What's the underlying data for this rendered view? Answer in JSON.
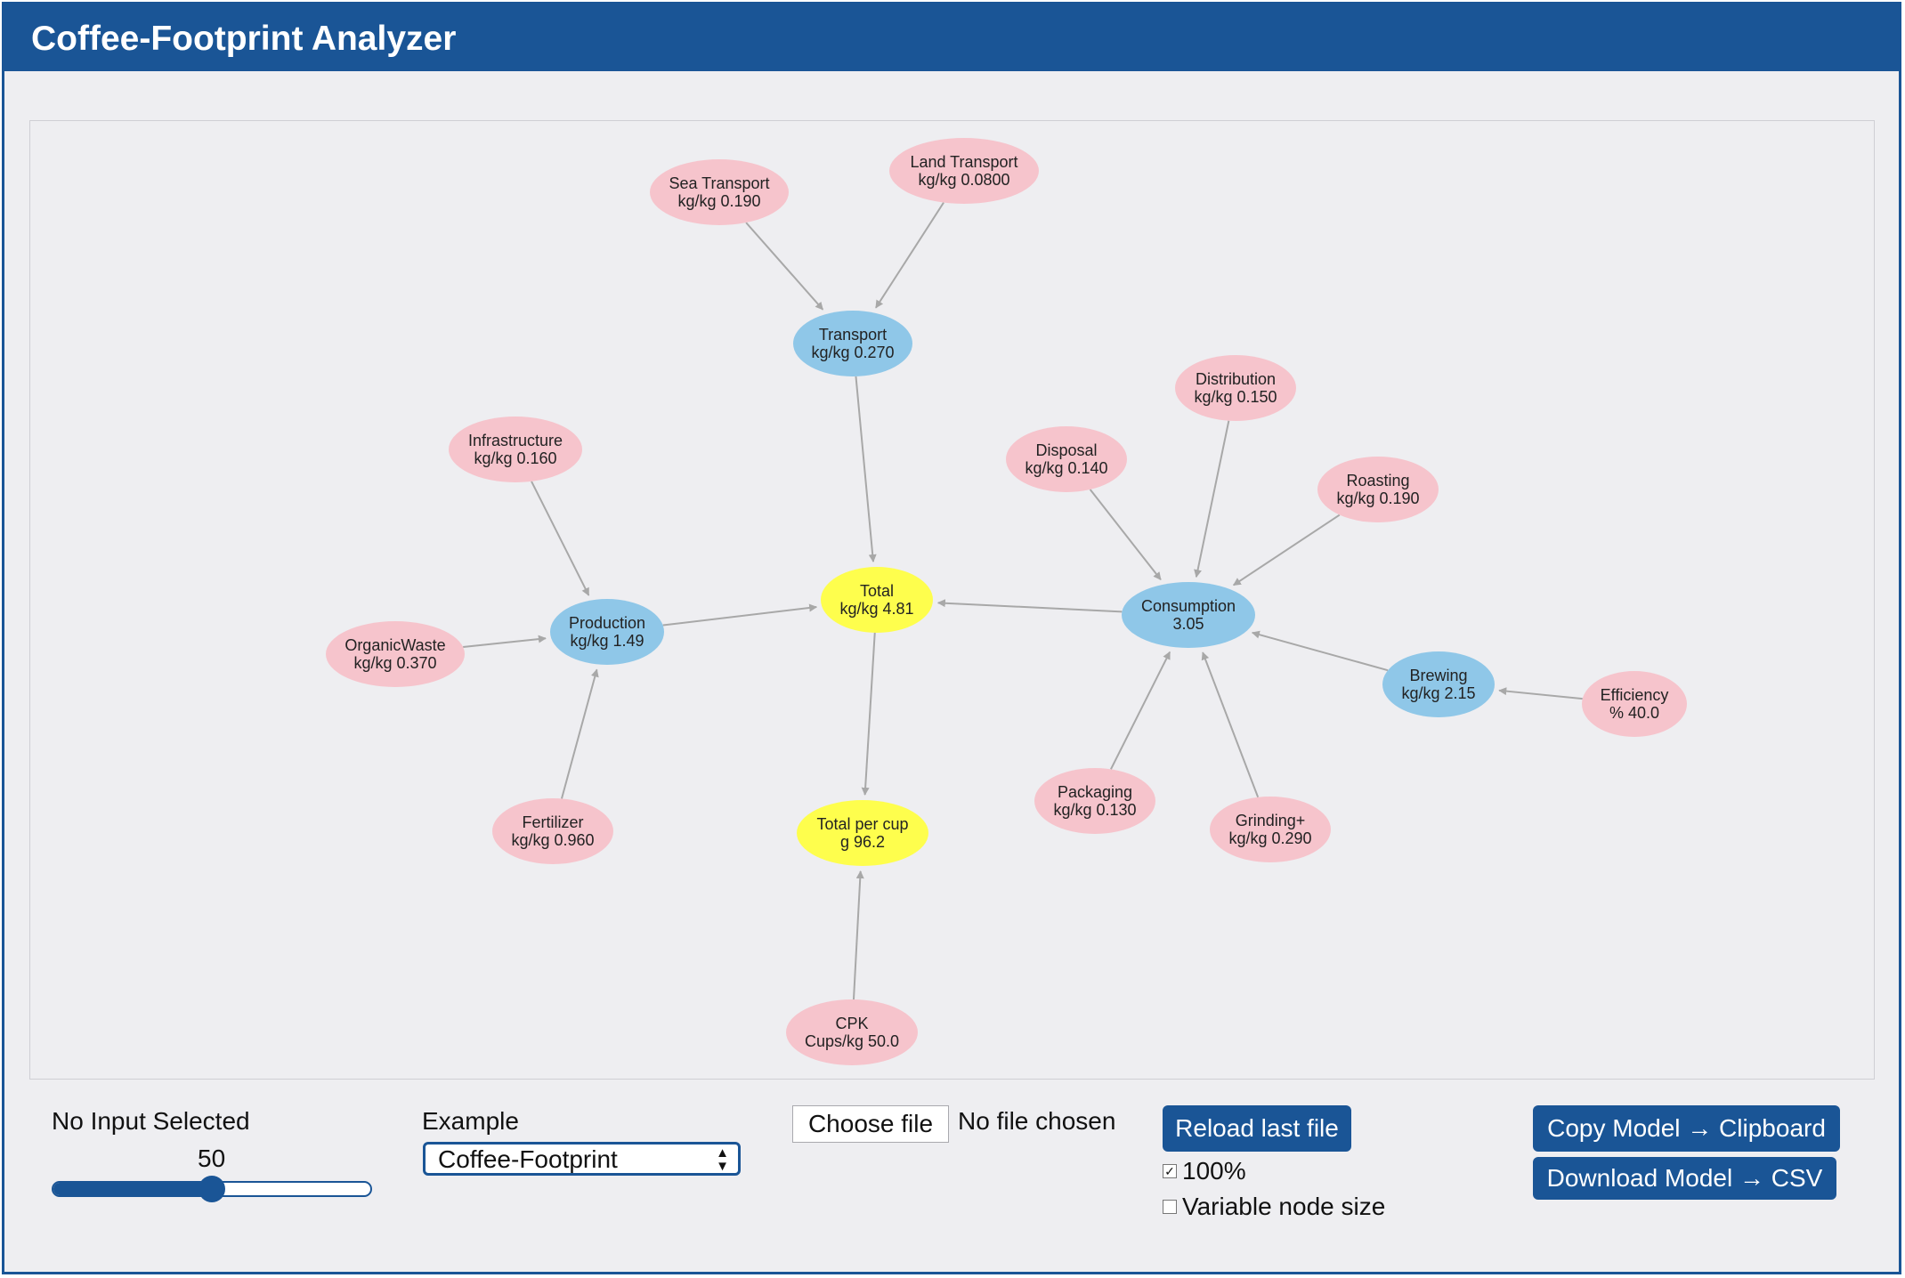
{
  "app": {
    "title": "Coffee-Footprint Analyzer"
  },
  "colors": {
    "accent": "#1a5596",
    "input_node": "#f6c4cc",
    "intermediate_node": "#8fc7e8",
    "output_node": "#fefe4d",
    "edge": "#a8a8a8"
  },
  "graph": {
    "nodes": [
      {
        "id": "sea-transport",
        "kind": "input",
        "name": "Sea Transport",
        "value": "kg/kg 0.190"
      },
      {
        "id": "land-transport",
        "kind": "input",
        "name": "Land Transport",
        "value": "kg/kg 0.0800"
      },
      {
        "id": "transport",
        "kind": "intermediate",
        "name": "Transport",
        "value": "kg/kg 0.270"
      },
      {
        "id": "infrastructure",
        "kind": "input",
        "name": "Infrastructure",
        "value": "kg/kg 0.160"
      },
      {
        "id": "organic-waste",
        "kind": "input",
        "name": "OrganicWaste",
        "value": "kg/kg 0.370"
      },
      {
        "id": "production",
        "kind": "intermediate",
        "name": "Production",
        "value": "kg/kg 1.49"
      },
      {
        "id": "fertilizer",
        "kind": "input",
        "name": "Fertilizer",
        "value": "kg/kg 0.960"
      },
      {
        "id": "total",
        "kind": "output",
        "name": "Total",
        "value": "kg/kg 4.81"
      },
      {
        "id": "total-per-cup",
        "kind": "output",
        "name": "Total per cup",
        "value": "g 96.2"
      },
      {
        "id": "cpk",
        "kind": "input",
        "name": "CPK",
        "value": "Cups/kg 50.0"
      },
      {
        "id": "disposal",
        "kind": "input",
        "name": "Disposal",
        "value": "kg/kg 0.140"
      },
      {
        "id": "distribution",
        "kind": "input",
        "name": "Distribution",
        "value": "kg/kg 0.150"
      },
      {
        "id": "roasting",
        "kind": "input",
        "name": "Roasting",
        "value": "kg/kg 0.190"
      },
      {
        "id": "consumption",
        "kind": "intermediate",
        "name": "Consumption",
        "value": "3.05"
      },
      {
        "id": "brewing",
        "kind": "intermediate",
        "name": "Brewing",
        "value": "kg/kg 2.15"
      },
      {
        "id": "efficiency",
        "kind": "input",
        "name": "Efficiency",
        "value": "% 40.0"
      },
      {
        "id": "packaging",
        "kind": "input",
        "name": "Packaging",
        "value": "kg/kg 0.130"
      },
      {
        "id": "grinding",
        "kind": "input",
        "name": "Grinding+",
        "value": "kg/kg 0.290"
      }
    ],
    "edges": [
      {
        "from": "sea-transport",
        "to": "transport"
      },
      {
        "from": "land-transport",
        "to": "transport"
      },
      {
        "from": "transport",
        "to": "total"
      },
      {
        "from": "infrastructure",
        "to": "production"
      },
      {
        "from": "organic-waste",
        "to": "production"
      },
      {
        "from": "fertilizer",
        "to": "production"
      },
      {
        "from": "production",
        "to": "total"
      },
      {
        "from": "consumption",
        "to": "total"
      },
      {
        "from": "total",
        "to": "total-per-cup"
      },
      {
        "from": "cpk",
        "to": "total-per-cup"
      },
      {
        "from": "disposal",
        "to": "consumption"
      },
      {
        "from": "distribution",
        "to": "consumption"
      },
      {
        "from": "roasting",
        "to": "consumption"
      },
      {
        "from": "brewing",
        "to": "consumption"
      },
      {
        "from": "efficiency",
        "to": "brewing"
      },
      {
        "from": "packaging",
        "to": "consumption"
      },
      {
        "from": "grinding",
        "to": "consumption"
      }
    ]
  },
  "controls": {
    "input_status": "No Input Selected",
    "slider_value": "50",
    "slider_fraction": 0.5,
    "example_label": "Example",
    "example_selected": "Coffee-Footprint",
    "choose_file_label": "Choose file",
    "file_status": "No file chosen",
    "reload_label": "Reload last file",
    "checkbox_100_label": "100%",
    "checkbox_100_checked": true,
    "checkbox_varsize_label": "Variable node size",
    "checkbox_varsize_checked": false,
    "copy_label": "Copy Model → Clipboard",
    "download_label": "Download Model → CSV"
  }
}
